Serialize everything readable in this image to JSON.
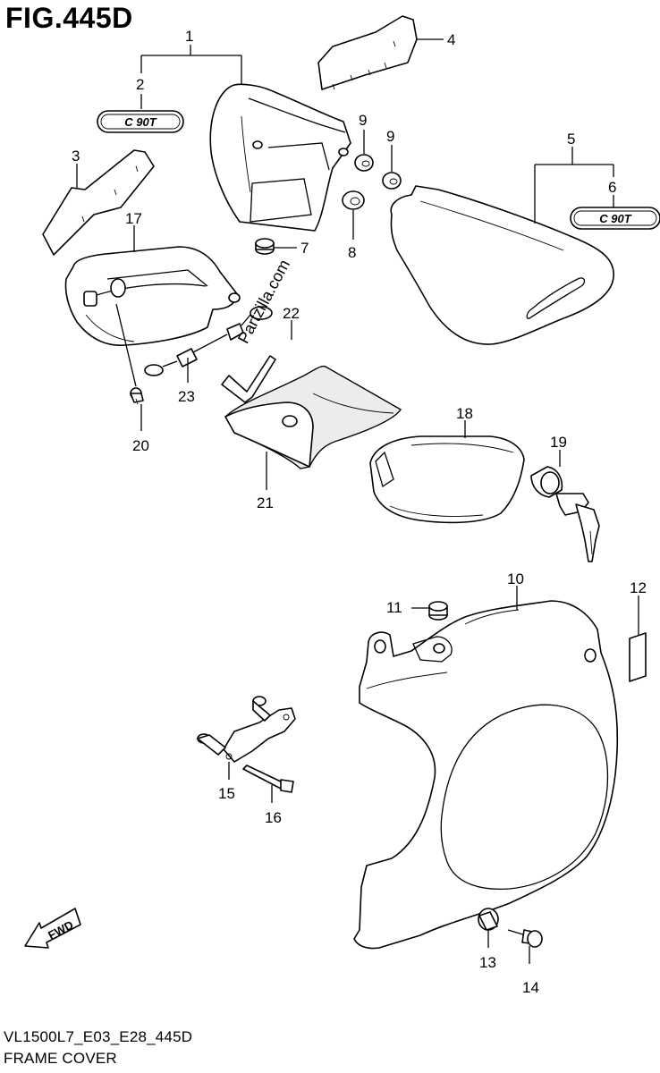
{
  "figure": {
    "title": "FIG.445D",
    "model_code": "VL1500L7_E03_E28_445D",
    "section_name": "FRAME COVER",
    "watermark": "Partzilla.com",
    "direction_arrow": "FWD",
    "emblem_text": "C 90T"
  },
  "callouts": {
    "c1": "1",
    "c2": "2",
    "c3": "3",
    "c4": "4",
    "c5": "5",
    "c6": "6",
    "c7": "7",
    "c8": "8",
    "c9a": "9",
    "c9b": "9",
    "c10": "10",
    "c11": "11",
    "c12": "12",
    "c13": "13",
    "c14": "14",
    "c15": "15",
    "c16": "16",
    "c17": "17",
    "c18": "18",
    "c19": "19",
    "c20": "20",
    "c21": "21",
    "c22": "22",
    "c23": "23"
  },
  "colors": {
    "ink": "#000000",
    "paper": "#ffffff",
    "shade": "#ececec"
  }
}
